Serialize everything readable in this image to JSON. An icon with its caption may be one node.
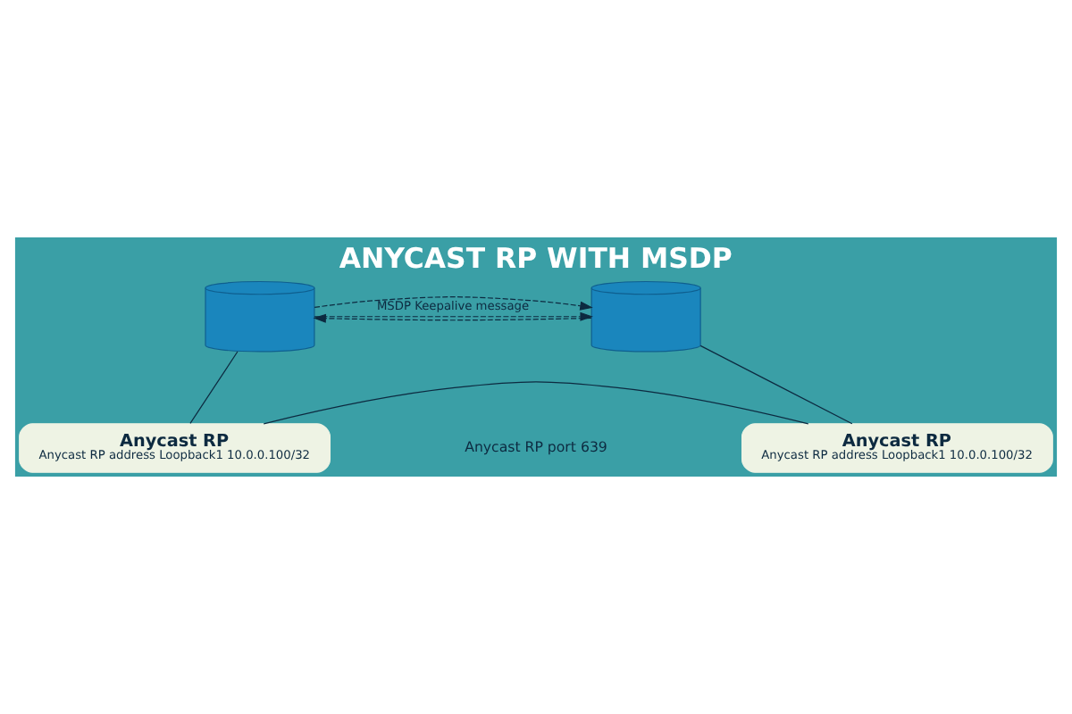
{
  "diagram": {
    "title": "ANYCAST RP WITH MSDP",
    "nodes": [
      {
        "text": [],
        "shape": "cylinder"
      },
      {
        "text": [],
        "shape": "cylinder"
      },
      {
        "text": [
          "Anycast RP",
          "Anycast RP address Loopback1 10.0.0.100/32"
        ]
      },
      {
        "text": [
          "Anycast RP",
          "Anycast RP address Loopback1 10.0.0.100/32"
        ]
      }
    ],
    "edges": [
      {
        "from": 0,
        "to": 1,
        "arrow": "to",
        "style": "dashed",
        "label": "MSDP Keepalive message"
      },
      {
        "from": 1,
        "to": 0,
        "arrow": "to",
        "style": "dashed"
      },
      {
        "from": 0,
        "to": 1,
        "arrow": "to",
        "style": "dashed"
      },
      {
        "from": 0,
        "to": 2,
        "arrow": "none"
      },
      {
        "from": 1,
        "to": 3,
        "arrow": "none"
      },
      {
        "from": 2,
        "to": 3,
        "arrow": "none"
      }
    ],
    "labels": [
      "Anycast RP port 639"
    ]
  }
}
